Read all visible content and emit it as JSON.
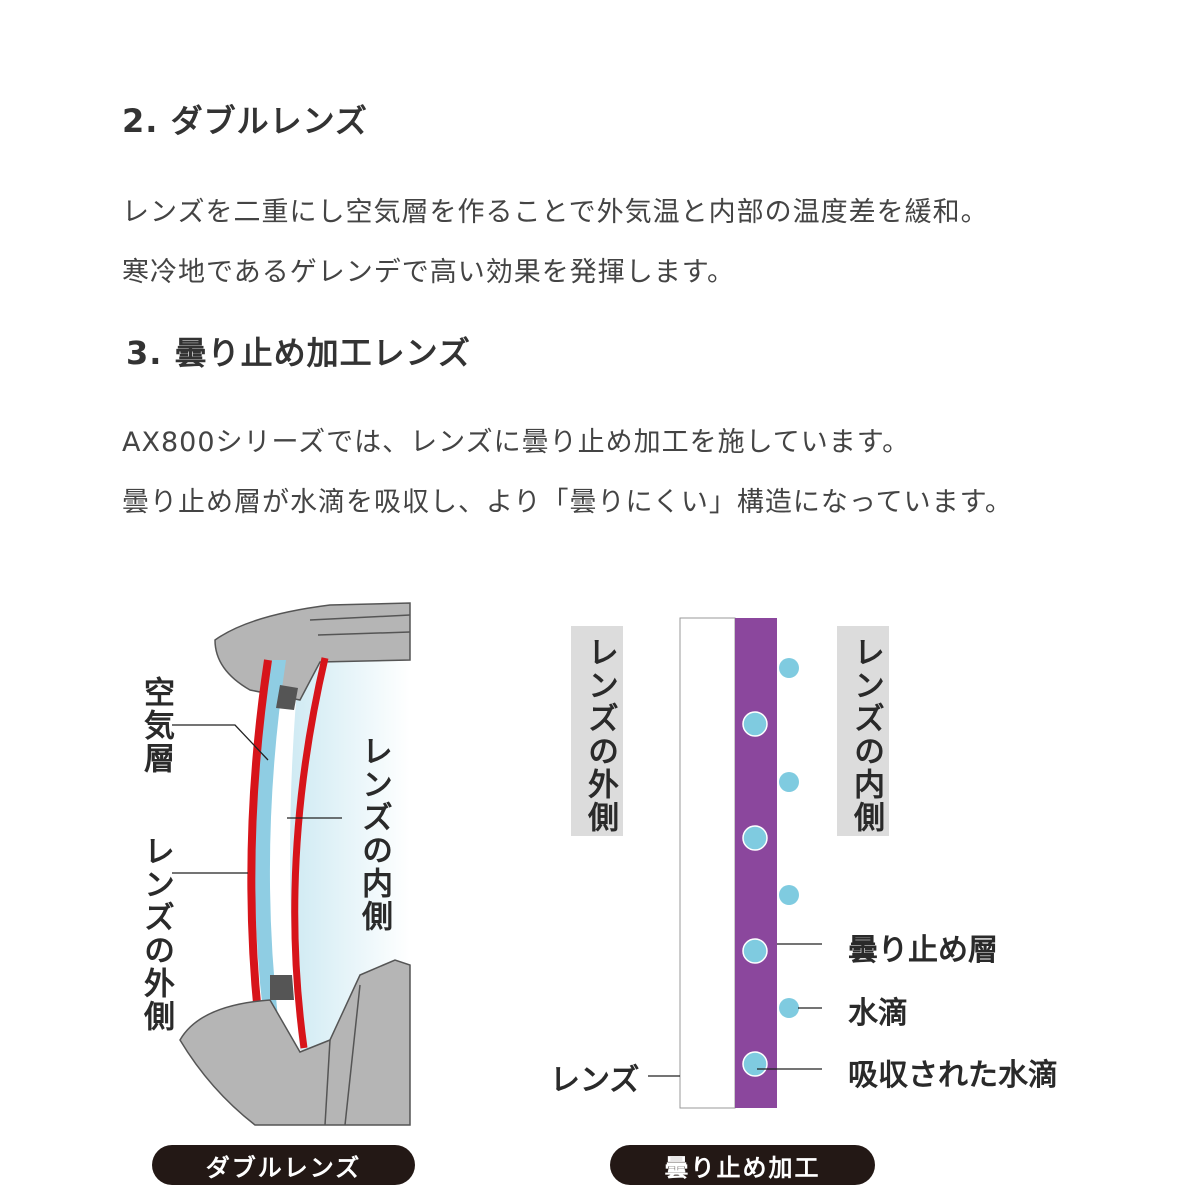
{
  "section2": {
    "heading": "2. ダブルレンズ",
    "lines": [
      "レンズを二重にし空気層を作ることで外気温と内部の温度差を緩和。",
      "寒冷地であるゲレンデで高い効果を発揮します。"
    ]
  },
  "section3": {
    "heading": "3. 曇り止め加工レンズ",
    "lines": [
      "AX800シリーズでは、レンズに曇り止め加工を施しています。",
      "曇り止め層が水滴を吸収し、より「曇りにくい」構造になっています。"
    ]
  },
  "double_lens_diagram": {
    "label_air_layer": "空気層",
    "label_outer": "レンズの外側",
    "label_inner": "レンズの内側",
    "caption": "ダブルレンズ"
  },
  "antifog_diagram": {
    "label_outer": "レンズの外側",
    "label_inner": "レンズの内側",
    "label_antifog_layer": "曇り止め層",
    "label_droplet": "水滴",
    "label_absorbed": "吸収された水滴",
    "label_lens": "レンズ",
    "caption": "曇り止め加工"
  },
  "colors": {
    "red": "#d7141a",
    "air": "#8fcde3",
    "purple": "#8b479d",
    "droplet": "#7fcbe0",
    "frame": "#b5b5b5"
  }
}
